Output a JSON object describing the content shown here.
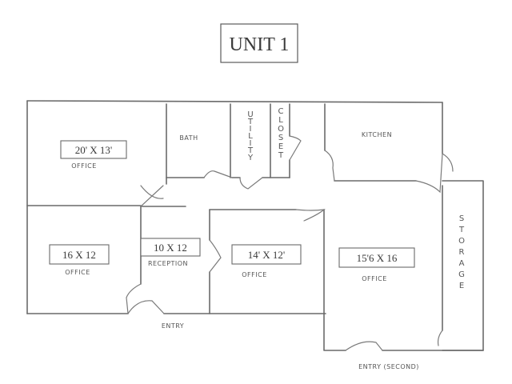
{
  "title": "UNIT 1",
  "rooms": {
    "office_top_left": {
      "dimension": "20' X 13'",
      "label": "OFFICE"
    },
    "bath": {
      "label": "BATH"
    },
    "utility": {
      "label": "UTILITY"
    },
    "closet": {
      "label": "CLOSET"
    },
    "kitchen": {
      "label": "KITCHEN"
    },
    "office_bottom_left": {
      "dimension": "16 X 12",
      "label": "OFFICE"
    },
    "reception": {
      "dimension": "10 X 12",
      "label": "RECEPTION"
    },
    "office_middle": {
      "dimension": "14' X 12'",
      "label": "OFFICE"
    },
    "office_right": {
      "dimension": "15'6 X 16",
      "label": "OFFICE"
    },
    "storage": {
      "label": "STORAGE"
    }
  },
  "entries": {
    "main": "ENTRY",
    "second": "ENTRY (SECOND)"
  }
}
